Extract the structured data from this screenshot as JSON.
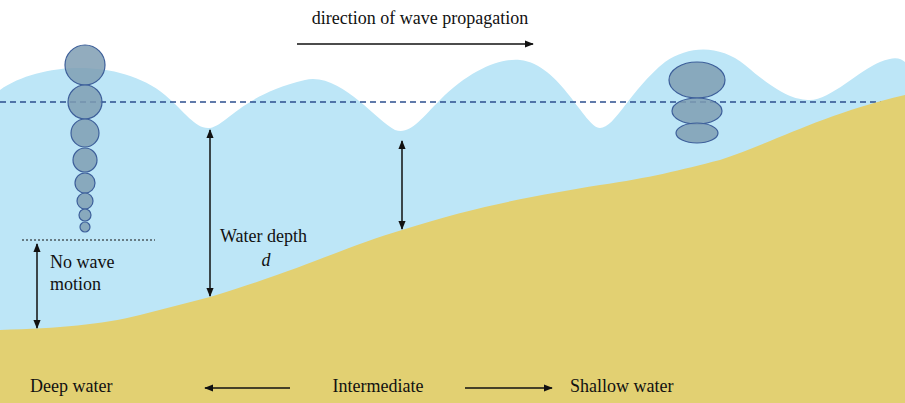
{
  "diagram": {
    "labels": [
      "direction of wave propagation",
      "Water depth",
      "d",
      "No wave motion",
      "Deep water",
      "Intermediate",
      "Shallow water"
    ]
  }
}
